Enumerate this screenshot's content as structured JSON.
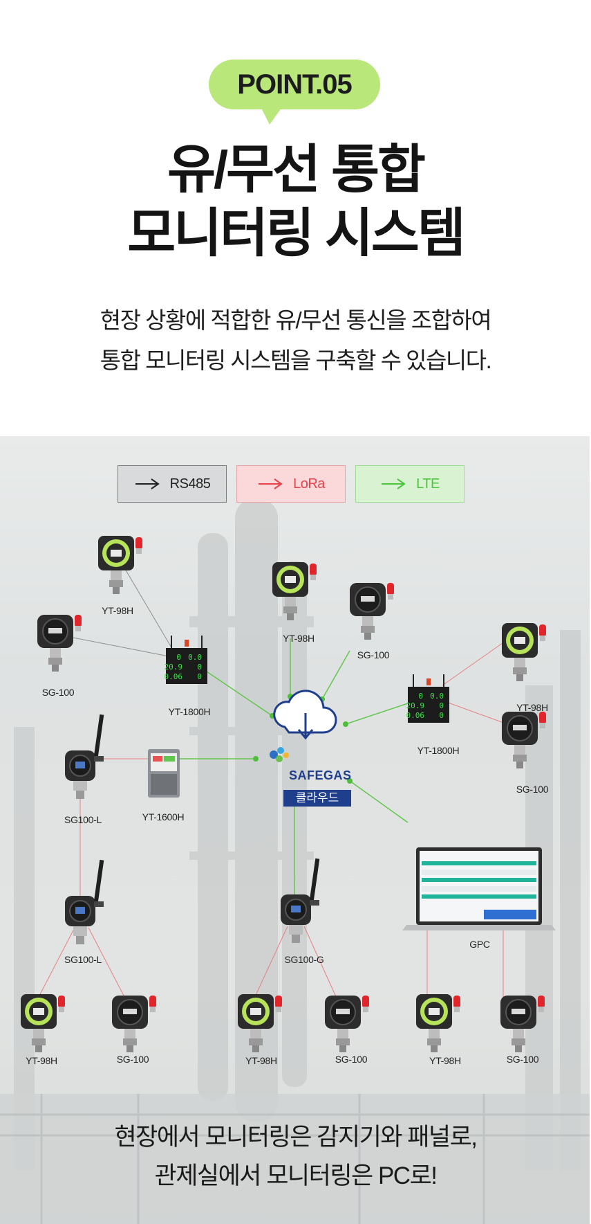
{
  "header": {
    "badge": "POINT.05",
    "title_line1": "유/무선 통합",
    "title_line2": "모니터링 시스템",
    "sub_line1": "현장 상황에 적합한 유/무선 통신을 조합하여",
    "sub_line2": "통합 모니터링 시스템을 구축할 수 있습니다."
  },
  "legend": [
    {
      "label": "RS485",
      "color": "#222222",
      "bg": "#d9dadb",
      "border": "#7d7d7d"
    },
    {
      "label": "LoRa",
      "color": "#e8424a",
      "bg": "#fbd9da",
      "border": "#e8a3a5"
    },
    {
      "label": "LTE",
      "color": "#4ec43f",
      "bg": "#d8f2d2",
      "border": "#9fdc93"
    }
  ],
  "colors": {
    "rs485": "#8d8d8d",
    "lora": "#e87f80",
    "lte": "#63c64d",
    "badge": "#b9e77a"
  },
  "cloud": {
    "brand": "SAFEGAS",
    "label": "클라우드"
  },
  "devices": {
    "yt98h_a": "YT-98H",
    "sg100_a": "SG-100",
    "yt1800h_a": "YT-1800H",
    "yt98h_b": "YT-98H",
    "sg100_b": "SG-100",
    "yt98h_c": "YT-98H",
    "yt1800h_b": "YT-1800H",
    "sg100_c": "SG-100",
    "sg100l_a": "SG100-L",
    "yt1600h": "YT-1600H",
    "sg100l_b": "SG100-L",
    "sg100g": "SG100-G",
    "gpc": "GPC",
    "yt98h_d": "YT-98H",
    "sg100_d": "SG-100",
    "yt98h_e": "YT-98H",
    "sg100_e": "SG-100",
    "yt98h_f": "YT-98H",
    "sg100_f": "SG-100"
  },
  "display_values": {
    "row1a": "0",
    "row1b": "0.0",
    "row2a": "20.9",
    "row2b": "0",
    "row3a": "0.06",
    "row3b": "0"
  },
  "footer": {
    "line1": "현장에서 모니터링은 감지기와 패널로,",
    "line2": "관제실에서 모니터링은 PC로!"
  }
}
